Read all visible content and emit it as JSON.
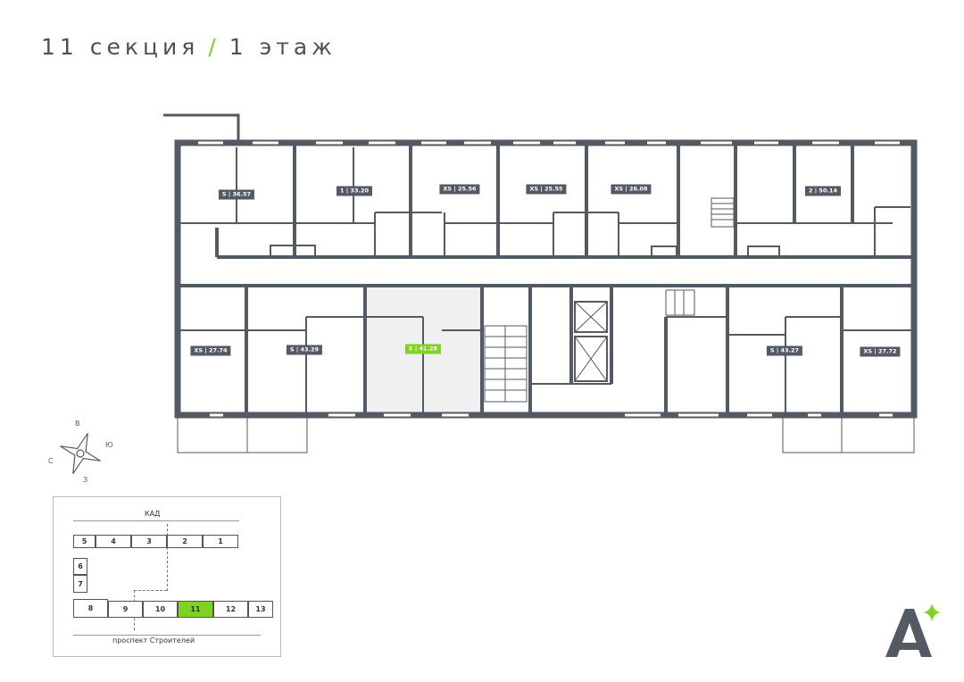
{
  "header": {
    "section": "11 секция",
    "separator": "/",
    "floor": "1 этаж"
  },
  "colors": {
    "wall": "#535a63",
    "accent": "#7ed321",
    "selected_fill": "#f0f0f0"
  },
  "apartments": [
    {
      "label": "S | 36.57"
    },
    {
      "label": "1 | 33.20"
    },
    {
      "label": "XS | 25.56"
    },
    {
      "label": "XS | 25.55"
    },
    {
      "label": "XS | 26.08"
    },
    {
      "label": "2 | 50.14"
    },
    {
      "label": "XS | 27.74"
    },
    {
      "label": "S | 43.29"
    },
    {
      "label": "S | 41.28",
      "selected": true
    },
    {
      "label": "S | 43.27"
    },
    {
      "label": "XS | 27.72"
    }
  ],
  "compass": {
    "north": "В",
    "east": "Ю",
    "west": "С",
    "south": "З"
  },
  "site_map": {
    "top_road": "КАД",
    "bottom_road": "проспект Строителей",
    "sections": [
      "1",
      "2",
      "3",
      "4",
      "5",
      "6",
      "7",
      "8",
      "9",
      "10",
      "11",
      "12",
      "13"
    ],
    "selected": "11"
  },
  "logo": {
    "text": "A"
  }
}
